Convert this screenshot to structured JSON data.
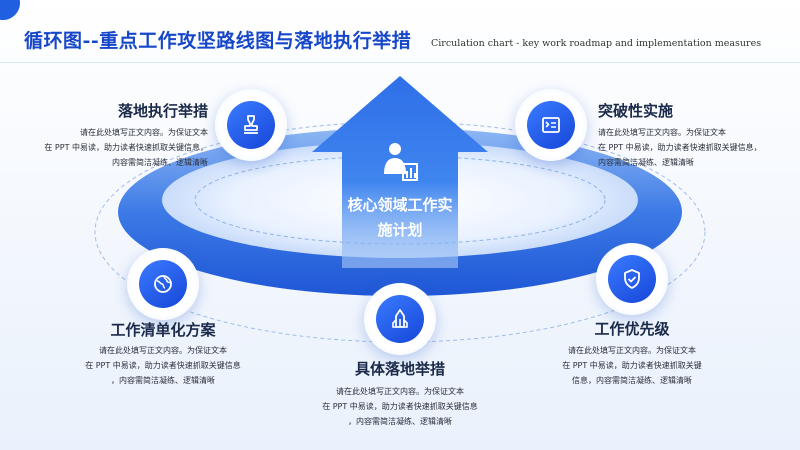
{
  "header": {
    "title_cn": "循环图--重点工作攻坚路线图与落地执行举措",
    "title_en": "Circulation chart - key work roadmap and implementation measures"
  },
  "center": {
    "line1": "核心领域工作实",
    "line2": "施计划",
    "icon": "person-report-icon"
  },
  "items": [
    {
      "id": "landing",
      "title": "落地执行举措",
      "icon": "stamp-icon",
      "desc": [
        "请在此处填写正文内容。为保证文本",
        "在 PPT 中易读，助力读者快速抓取关键信息，",
        "内容需简洁凝练、逻辑清晰"
      ]
    },
    {
      "id": "breakthrough",
      "title": "突破性实施",
      "icon": "document-icon",
      "desc": [
        "请在此处填写正文内容。为保证文本",
        "在 PPT 中易读，助力读者快速抓取关键信息，",
        "内容需简洁凝练、逻辑清晰"
      ]
    },
    {
      "id": "listing",
      "title": "工作清单化方案",
      "icon": "globe-icon",
      "desc": [
        "请在此处填写正文内容。为保证文本",
        "在 PPT 中易读，助力读者快速抓取关键信息",
        "，内容需简洁凝练、逻辑清晰"
      ]
    },
    {
      "id": "priority",
      "title": "工作优先级",
      "icon": "shield-check-icon",
      "desc": [
        "请在此处填写正文内容。为保证文本",
        "在 PPT 中易读，助力读者快速抓取关键",
        "信息，内容需简洁凝练、逻辑清晰"
      ]
    },
    {
      "id": "concrete",
      "title": "具体落地举措",
      "icon": "building-icon",
      "desc": [
        "请在此处填写正文内容。为保证文本",
        "在 PPT 中易读，助力读者快速抓取关键信息",
        "，内容需简洁凝练、逻辑清晰"
      ]
    }
  ],
  "colors": {
    "primary": "#1f5fe0",
    "dark": "#1646d8",
    "light": "#cfe0fb"
  }
}
